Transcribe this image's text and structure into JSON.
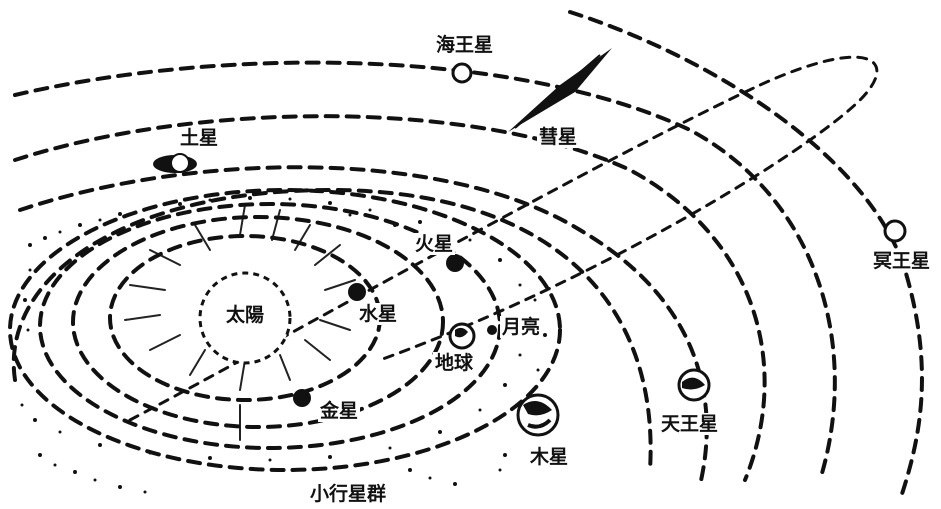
{
  "labels": {
    "neptune": "海王星",
    "saturn": "土星",
    "comet": "彗星",
    "mars": "火星",
    "pluto": "冥王星",
    "sun": "太陽",
    "mercury": "水星",
    "moon": "月亮",
    "earth": "地球",
    "venus": "金星",
    "uranus": "天王星",
    "jupiter": "木星",
    "asteroid_belt": "小行星群"
  },
  "colors": {
    "ink": "#111111",
    "paper": "#ffffff"
  }
}
